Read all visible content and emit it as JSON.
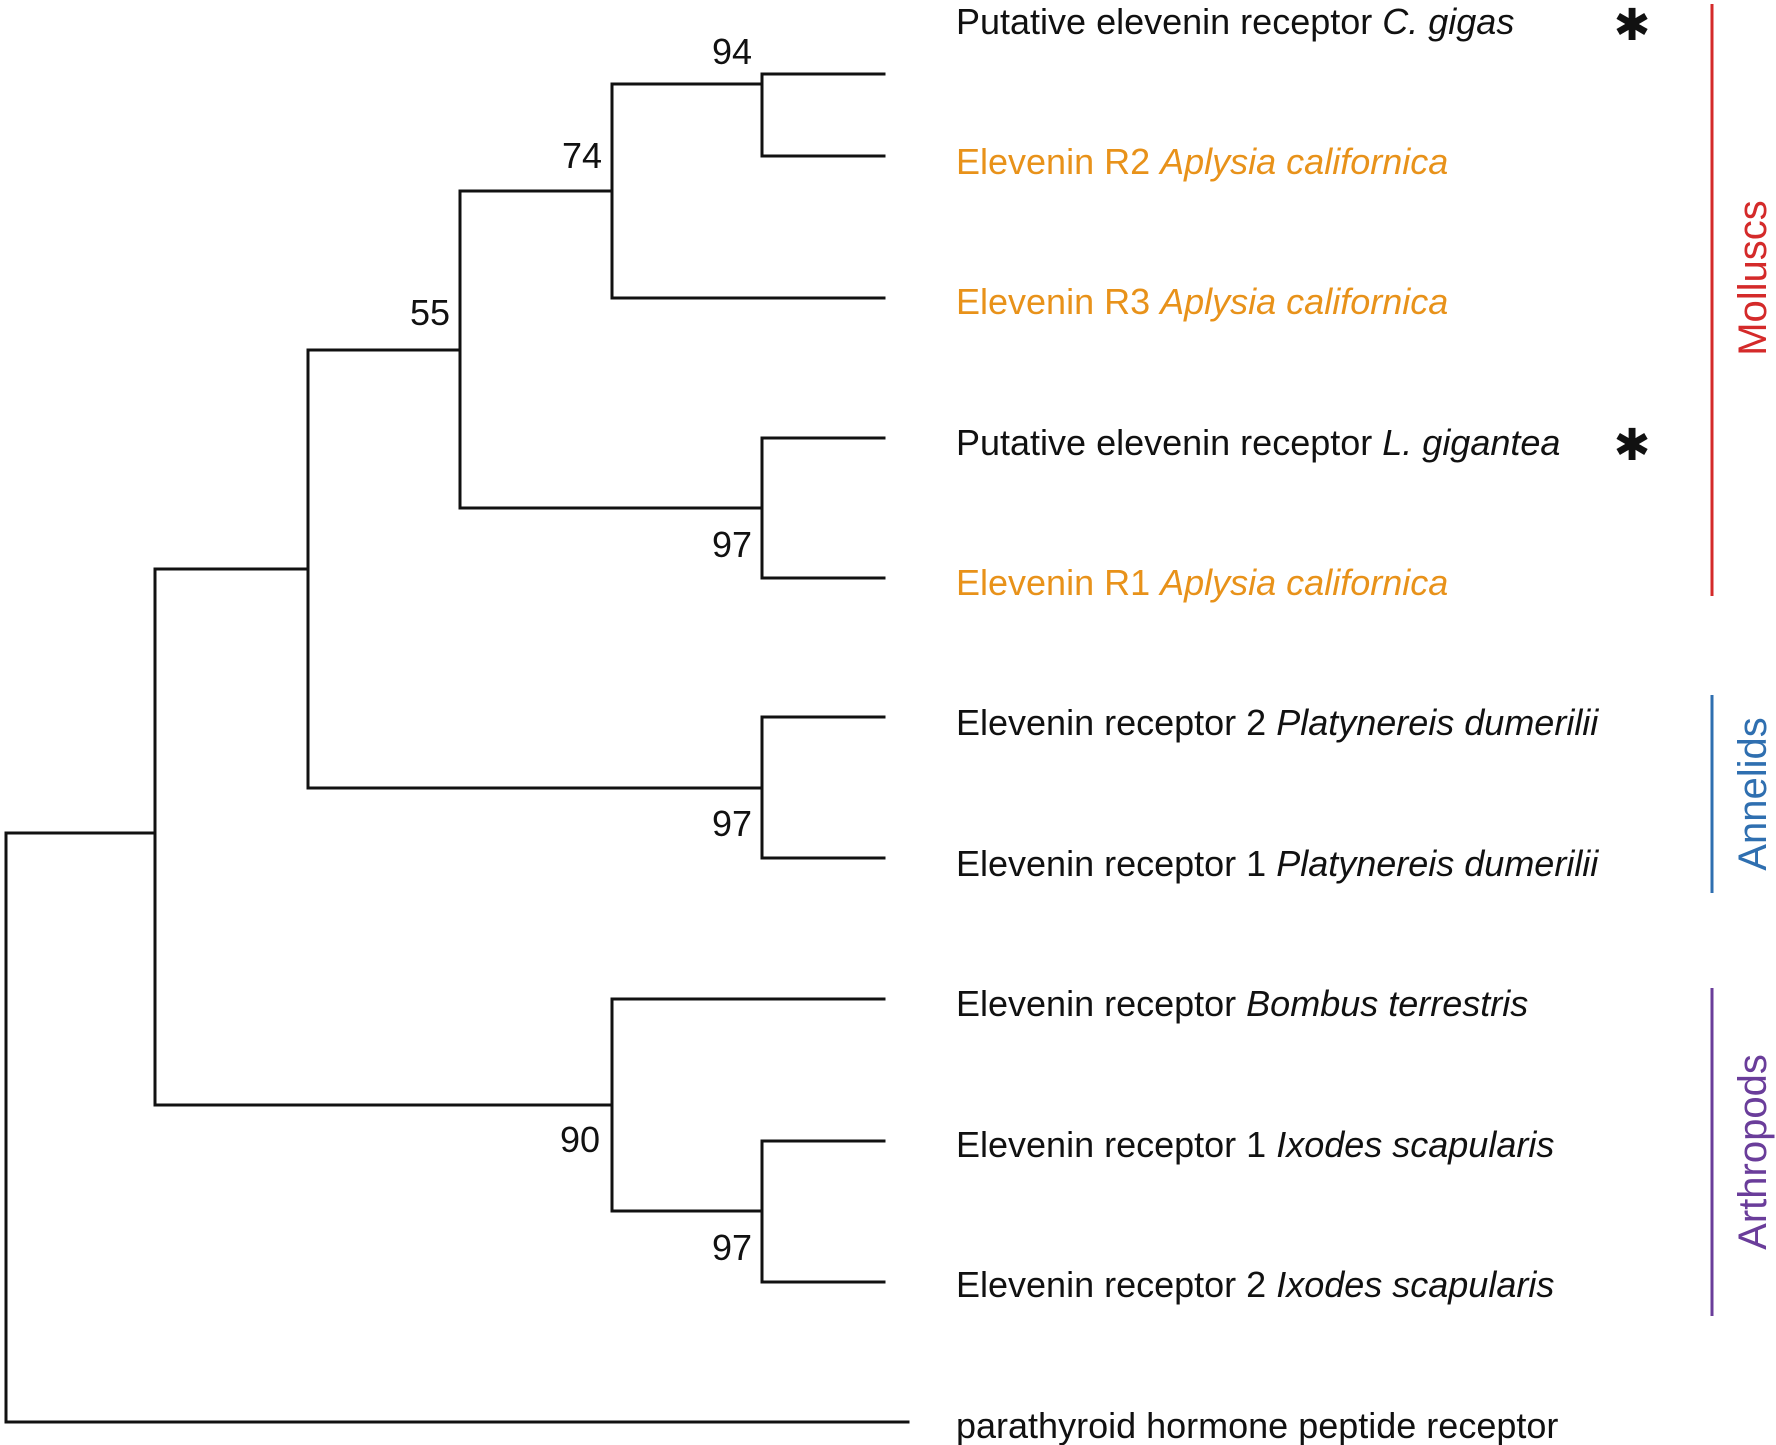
{
  "tree": {
    "leaves": [
      {
        "id": "cgigas",
        "prefix": "Putative elevenin receptor ",
        "species": "C. gigas",
        "color": "#111111",
        "asterisk": "✱"
      },
      {
        "id": "aplR2",
        "prefix": "Elevenin R2 ",
        "species": "Aplysia californica",
        "color": "#E8921A",
        "asterisk": ""
      },
      {
        "id": "aplR3",
        "prefix": "Elevenin R3 ",
        "species": "Aplysia californica",
        "color": "#E8921A",
        "asterisk": ""
      },
      {
        "id": "lgig",
        "prefix": "Putative elevenin receptor ",
        "species": "L. gigantea",
        "color": "#111111",
        "asterisk": "✱"
      },
      {
        "id": "aplR1",
        "prefix": "Elevenin R1 ",
        "species": "Aplysia californica",
        "color": "#E8921A",
        "asterisk": ""
      },
      {
        "id": "pdum2",
        "prefix": "Elevenin receptor 2 ",
        "species": "Platynereis dumerilii",
        "color": "#111111",
        "asterisk": ""
      },
      {
        "id": "pdum1",
        "prefix": "Elevenin receptor 1 ",
        "species": "Platynereis dumerilii",
        "color": "#111111",
        "asterisk": ""
      },
      {
        "id": "bter",
        "prefix": "Elevenin receptor ",
        "species": "Bombus terrestris",
        "color": "#111111",
        "asterisk": ""
      },
      {
        "id": "isca1",
        "prefix": "Elevenin receptor 1 ",
        "species": "Ixodes scapularis",
        "color": "#111111",
        "asterisk": ""
      },
      {
        "id": "isca2",
        "prefix": "Elevenin receptor 2 ",
        "species": "Ixodes scapularis",
        "color": "#111111",
        "asterisk": ""
      },
      {
        "id": "pth",
        "prefix": "parathyroid hormone peptide receptor",
        "species": "",
        "color": "#111111",
        "asterisk": ""
      }
    ],
    "bootstrap": [
      {
        "node": "n94",
        "value": "94"
      },
      {
        "node": "n74",
        "value": "74"
      },
      {
        "node": "n55",
        "value": "55"
      },
      {
        "node": "n97a",
        "value": "97"
      },
      {
        "node": "n97b",
        "value": "97"
      },
      {
        "node": "n90",
        "value": "90"
      },
      {
        "node": "n97c",
        "value": "97"
      }
    ],
    "groups": [
      {
        "name": "Molluscs",
        "color": "#D42A2A"
      },
      {
        "name": "Annelids",
        "color": "#2F6FB0"
      },
      {
        "name": "Arthropods",
        "color": "#6A3D9A"
      }
    ]
  }
}
